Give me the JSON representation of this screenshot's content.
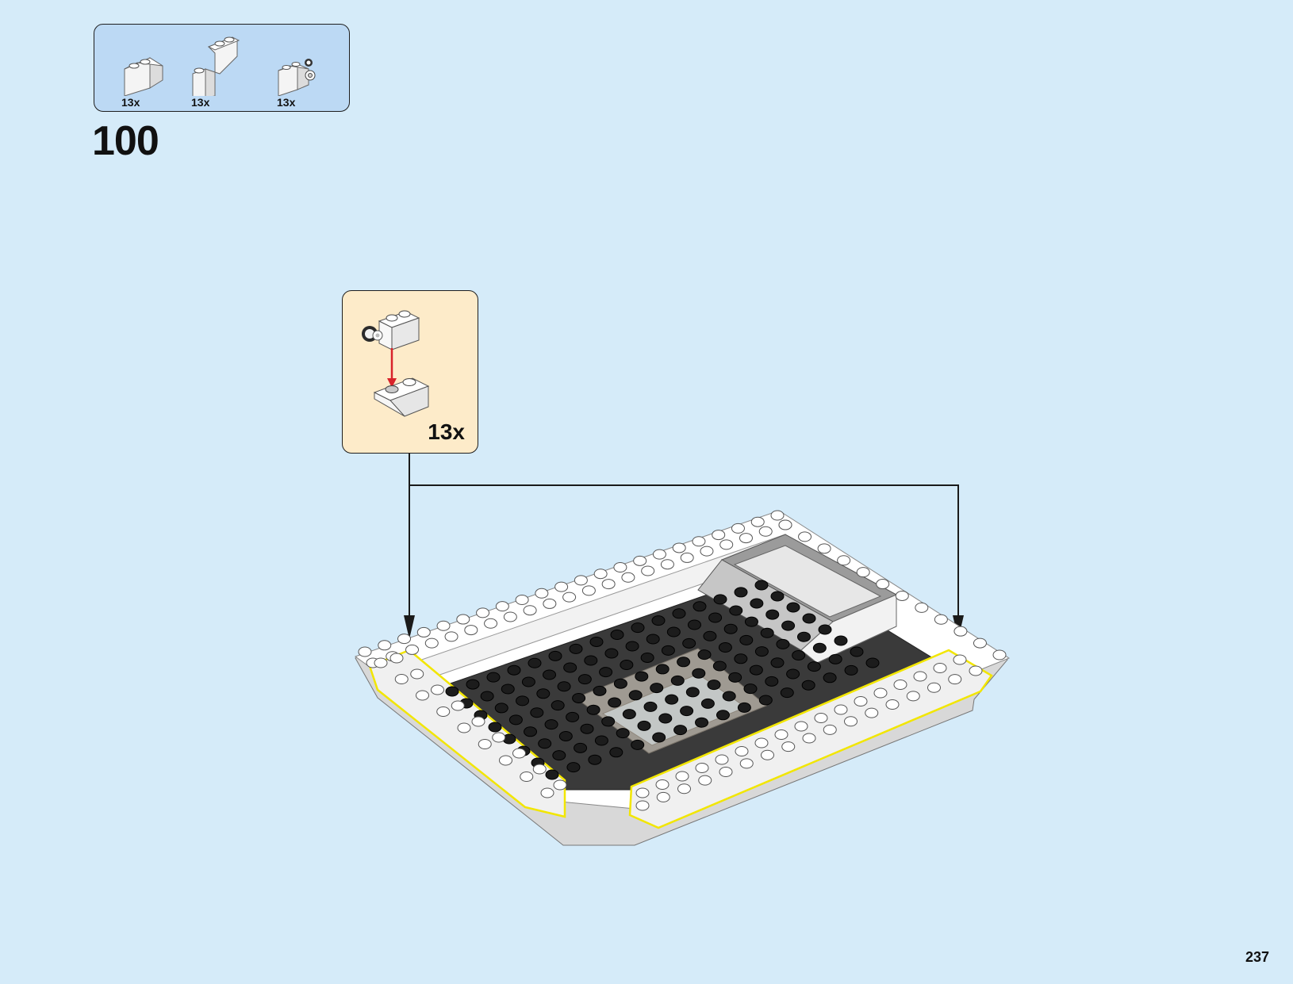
{
  "parts_list": {
    "items": [
      {
        "name": "white-inverted-slope-1x2-icon",
        "quantity": "13x"
      },
      {
        "name": "white-arch-brick-icon",
        "quantity": "13x"
      },
      {
        "name": "white-brick-with-clip-icon",
        "quantity": "13x"
      }
    ]
  },
  "step": {
    "number": "100"
  },
  "callout": {
    "quantity": "13x"
  },
  "page": {
    "number": "237"
  },
  "colors": {
    "background": "#d5ebf9",
    "parts_box": "#bcd9f4",
    "callout_box": "#fdebc9",
    "highlight": "#f2e600",
    "arrow_red": "#d8232a"
  }
}
